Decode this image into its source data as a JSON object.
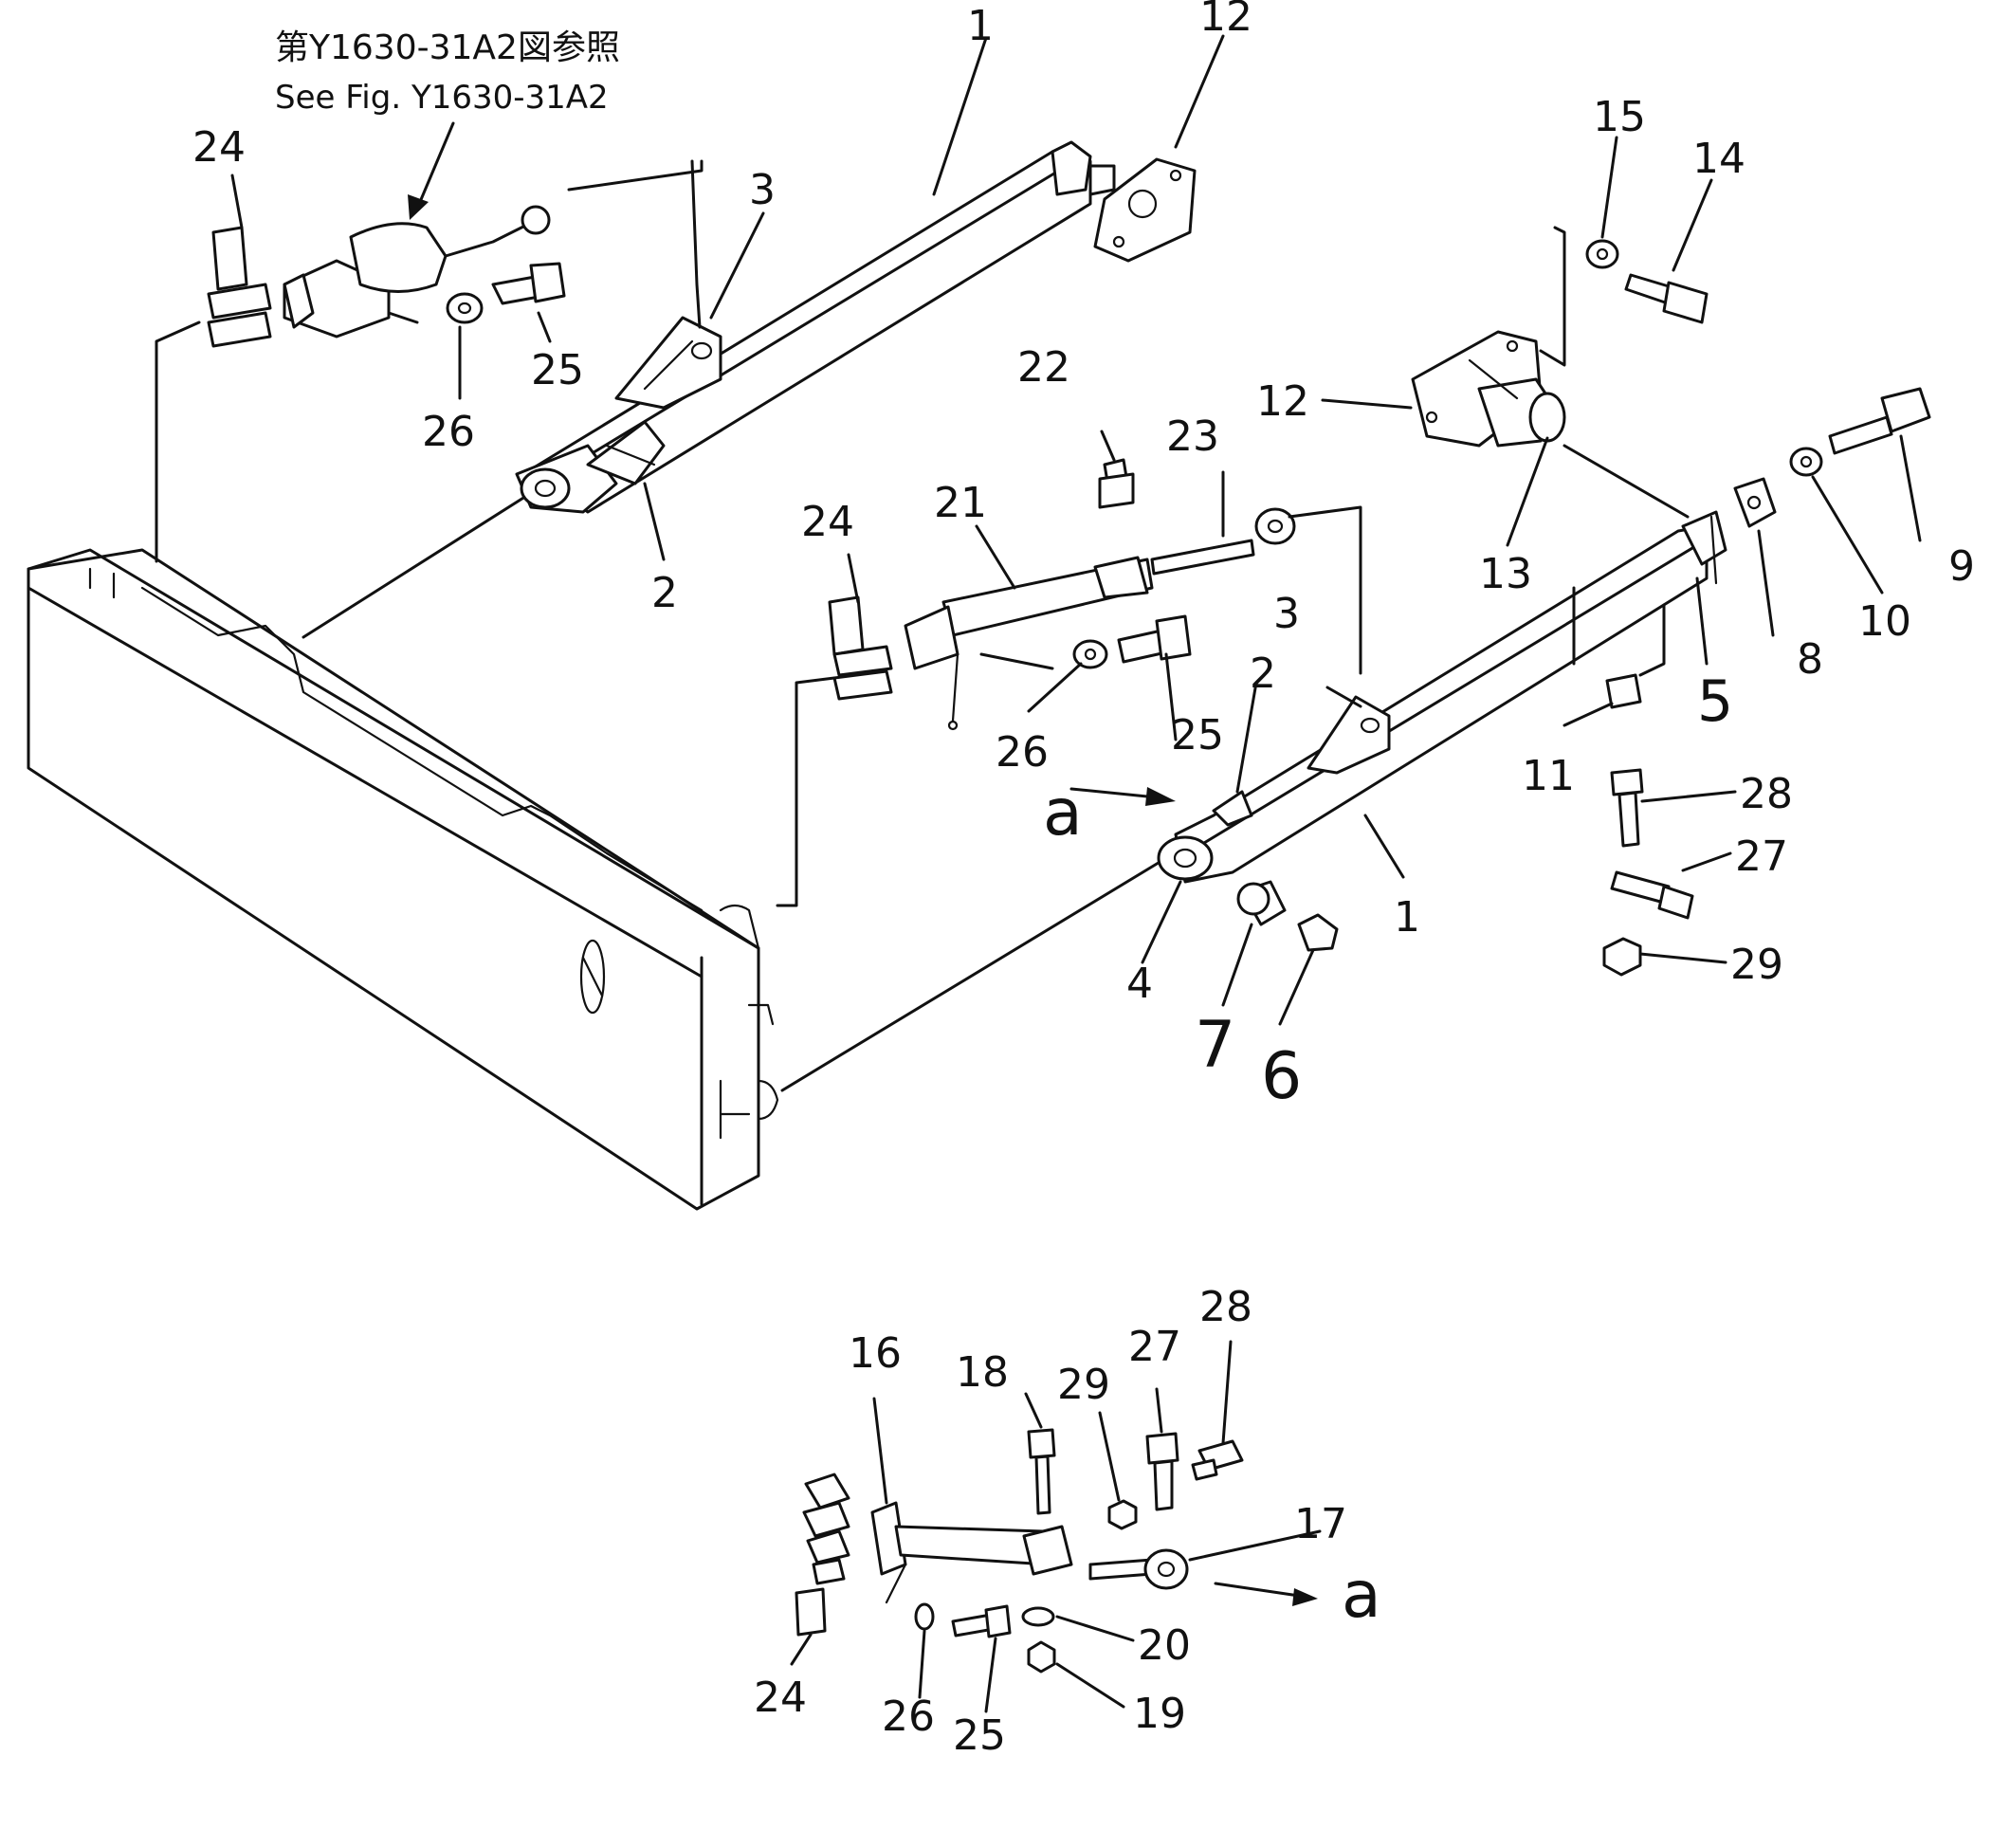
{
  "reference_note": {
    "japanese": "第Y1630-31A2図参照",
    "english": "See Fig. Y1630-31A2"
  },
  "view_marker": "a",
  "callouts": {
    "c1_upper": "1",
    "c12_upper": "12",
    "c3_upper": "3",
    "c24_upper": "24",
    "c25_upper": "25",
    "c26_upper": "26",
    "c2_upper": "2",
    "c15": "15",
    "c14": "14",
    "c12_right": "12",
    "c9": "9",
    "c13": "13",
    "c10": "10",
    "c8": "8",
    "c5": "5",
    "c11": "11",
    "c28_right": "28",
    "c27_right": "27",
    "c29_right": "29",
    "c22": "22",
    "c23": "23",
    "c21": "21",
    "c24_mid": "24",
    "c26_mid": "26",
    "c25_mid": "25",
    "c3_mid": "3",
    "c2_mid": "2",
    "c1_mid": "1",
    "c4": "4",
    "c7": "7",
    "c6": "6",
    "c16": "16",
    "c18": "18",
    "c29_low": "29",
    "c27_low": "27",
    "c28_low": "28",
    "c17": "17",
    "c20": "20",
    "c19": "19",
    "c24_low": "24",
    "c26_low": "26",
    "c25_low": "25"
  }
}
